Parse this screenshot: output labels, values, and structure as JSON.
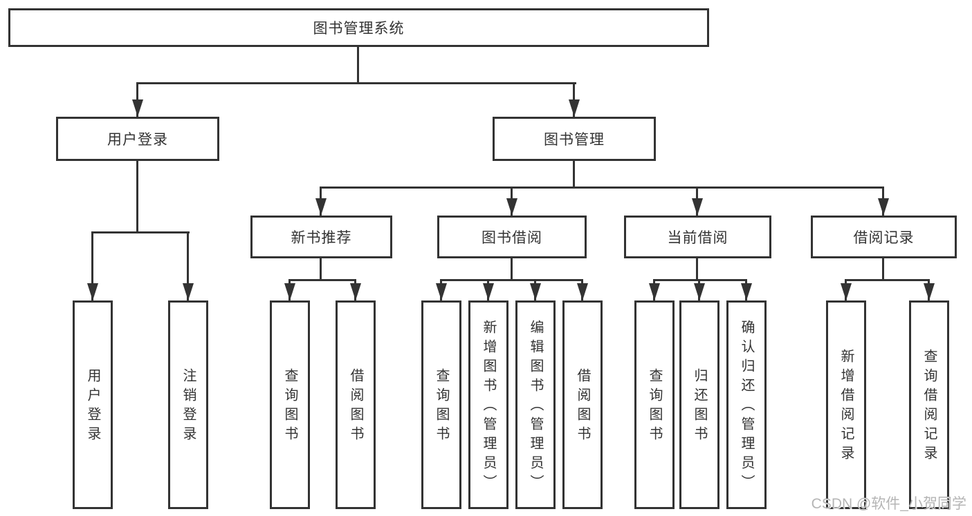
{
  "colors": {
    "line": "#333333",
    "text": "#333333",
    "box_bg": "#ffffff",
    "watermark": "#b5b5b5",
    "background": "#ffffff"
  },
  "watermark": {
    "text": "CSDN @软件_小贺同学"
  },
  "tree": {
    "root": {
      "label": "图书管理系统",
      "children": [
        {
          "label": "用户登录",
          "children": [
            {
              "label": "用户登录"
            },
            {
              "label": "注销登录"
            }
          ]
        },
        {
          "label": "图书管理",
          "children": [
            {
              "label": "新书推荐",
              "children": [
                {
                  "label": "查询图书"
                },
                {
                  "label": "借阅图书"
                }
              ]
            },
            {
              "label": "图书借阅",
              "children": [
                {
                  "label": "查询图书"
                },
                {
                  "label": "新增图书（管理员）"
                },
                {
                  "label": "编辑图书（管理员）"
                },
                {
                  "label": "借阅图书"
                }
              ]
            },
            {
              "label": "当前借阅",
              "children": [
                {
                  "label": "查询图书"
                },
                {
                  "label": "归还图书"
                },
                {
                  "label": "确认归还（管理员）"
                }
              ]
            },
            {
              "label": "借阅记录",
              "children": [
                {
                  "label": "新增借阅记录"
                },
                {
                  "label": "查询借阅记录"
                }
              ]
            }
          ]
        }
      ]
    }
  }
}
